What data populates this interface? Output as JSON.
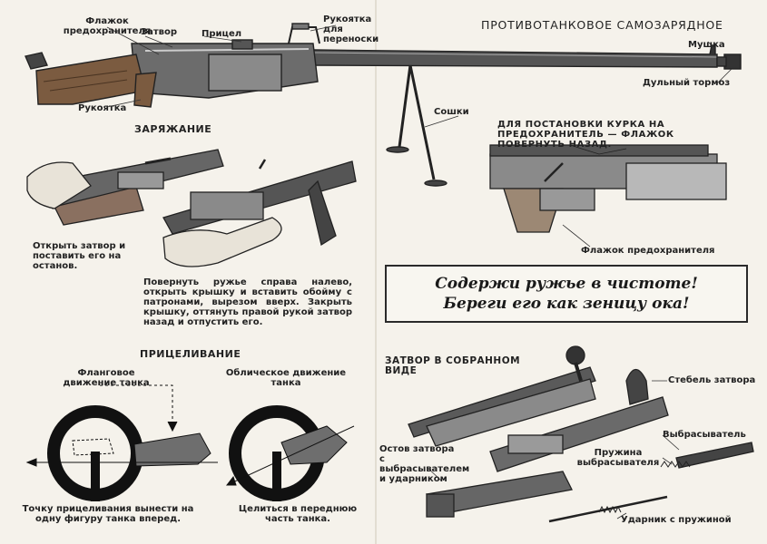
{
  "title": "ПРОТИВОТАНКОВОЕ САМОЗАРЯДНОЕ",
  "rifle_labels": {
    "safety_flag": "Флажок предохранителя",
    "bolt": "Затвор",
    "sight": "Прицел",
    "carry_handle": "Рукоятка для переноски",
    "front_sight": "Мушка",
    "muzzle_brake": "Дульный тормоз",
    "grip": "Рукоятка",
    "bipod": "Сошки"
  },
  "safety_section": {
    "note": "ДЛЯ ПОСТАНОВКИ КУРКА НА ПРЕДОХРАНИТЕЛЬ — ФЛАЖОК ПОВЕРНУТЬ НАЗАД.",
    "flag_label": "Флажок предохранителя"
  },
  "loading": {
    "heading": "ЗАРЯЖАНИЕ",
    "step1": "Открыть затвор и поставить его на останов.",
    "step2": "Повернуть ружье справа налево, открыть крышку и вставить обойму с патронами, вырезом вверх. Закрыть крышку, оттянуть правой рукой затвор назад и отпустить его."
  },
  "motto": {
    "line1": "Содержи ружье в чистоте!",
    "line2": "Береги его как зеницу ока!"
  },
  "aiming": {
    "heading": "ПРИЦЕЛИВАНИЕ",
    "flank_title": "Фланговое движение танка",
    "oblique_title": "Облическое движение танка",
    "flank_caption": "Точку прицеливания вынести на одну фигуру танка вперед.",
    "oblique_caption": "Целиться в переднюю часть танка."
  },
  "bolt_section": {
    "heading": "ЗАТВОР В СОБРАННОМ ВИДЕ",
    "stem": "Стебель затвора",
    "extractor": "Выбрасыватель",
    "extractor_spring": "Пружина выбрасывателя",
    "core": "Остов затвора с выбрасывателем и ударником",
    "striker": "Ударник с пружиной"
  }
}
